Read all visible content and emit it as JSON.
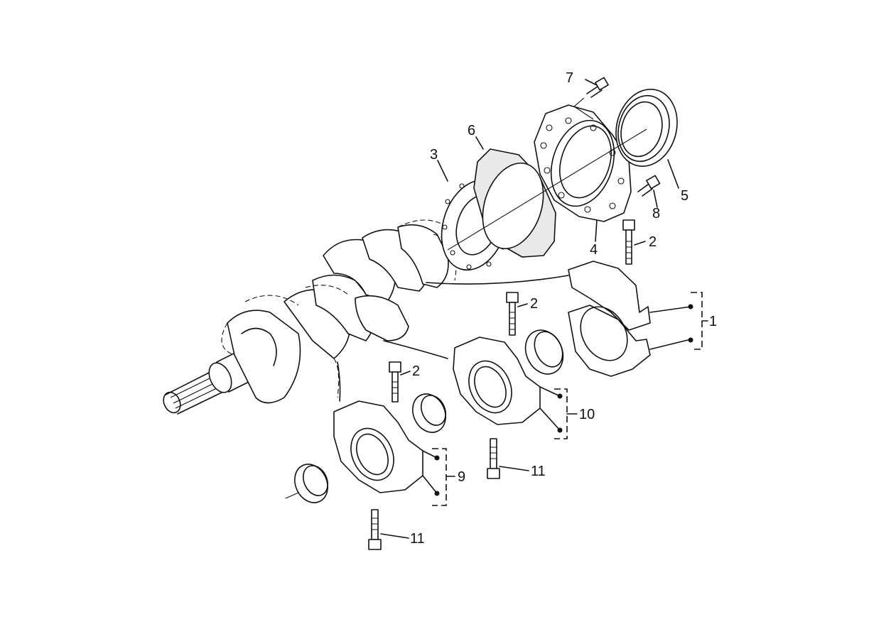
{
  "callouts": {
    "c1": "1",
    "c2a": "2",
    "c2b": "2",
    "c2c": "2",
    "c3": "3",
    "c4": "4",
    "c5": "5",
    "c6": "6",
    "c7": "7",
    "c8": "8",
    "c9": "9",
    "c10": "10",
    "c11a": "11",
    "c11b": "11"
  }
}
